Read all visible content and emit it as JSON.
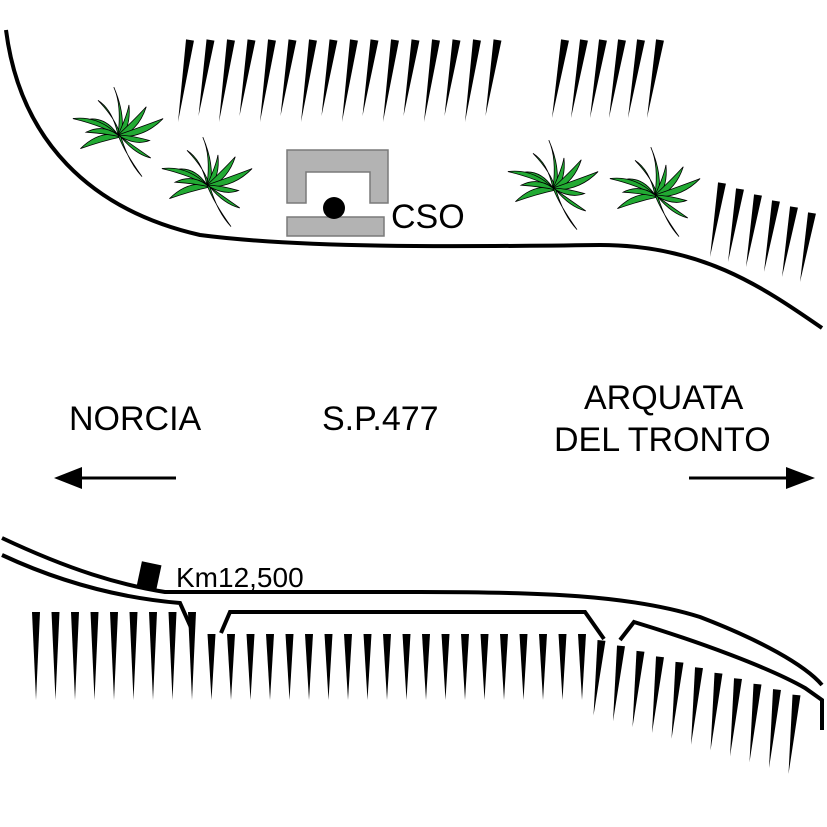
{
  "map": {
    "station_label": "CSO",
    "road_label": "S.P.477",
    "left_destination": "NORCIA",
    "right_destination_line1": "ARQUATA",
    "right_destination_line2": "DEL TRONTO",
    "km_marker_label": "Km12,500"
  },
  "colors": {
    "road": "#000000",
    "building": "#b3b3b3",
    "building_outline": "#6e6e6e",
    "vegetation": "#22aa33",
    "background": "#ffffff"
  },
  "icons": {
    "station": "station-dot-icon",
    "left_arrow": "arrow-left-icon",
    "right_arrow": "arrow-right-icon",
    "km_marker": "km-marker-icon"
  }
}
